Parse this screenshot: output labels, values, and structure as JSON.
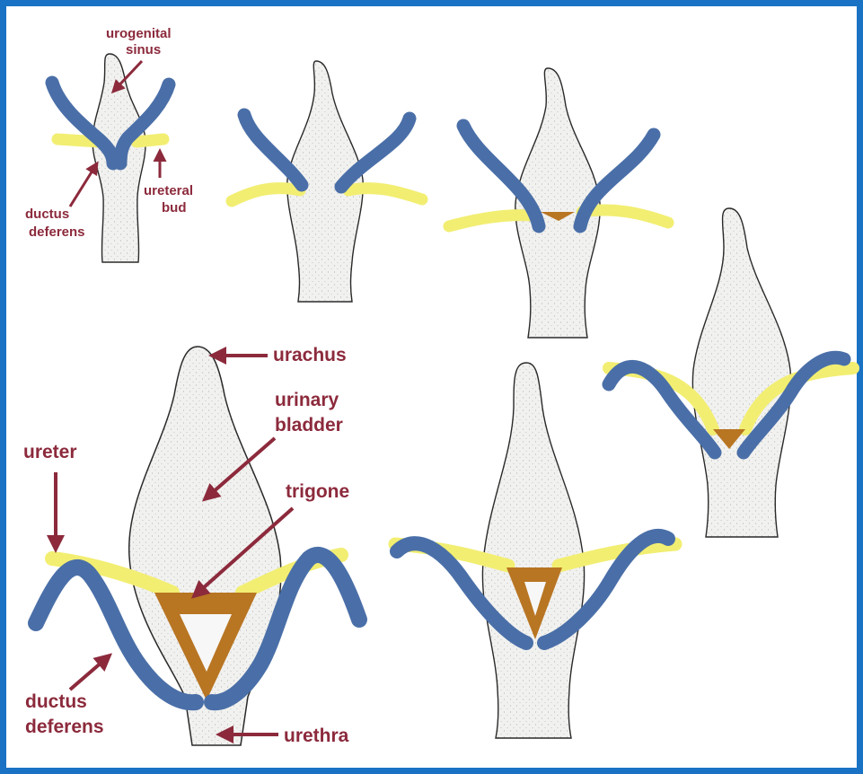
{
  "colors": {
    "frame": "#1a72c4",
    "bladder": "#f1f1ef",
    "bladder_outline": "#2a2a2a",
    "duct_blue": "#4a6fa8",
    "ureter_yellow": "#f2ee72",
    "trigone": "#b87522",
    "label": "#8c2a3c"
  },
  "stage1": {
    "labels": {
      "urogenital_sinus_line1": "urogenital",
      "urogenital_sinus_line2": "sinus",
      "ductus_deferens_line1": "ductus",
      "ductus_deferens_line2": "deferens",
      "ureteral_bud_line1": "ureteral",
      "ureteral_bud_line2": "bud"
    }
  },
  "final": {
    "labels": {
      "urachus": "urachus",
      "urinary_bladder_line1": "urinary",
      "urinary_bladder_line2": "bladder",
      "ureter": "ureter",
      "trigone": "trigone",
      "ductus_deferens_line1": "ductus",
      "ductus_deferens_line2": "deferens",
      "urethra": "urethra"
    }
  }
}
